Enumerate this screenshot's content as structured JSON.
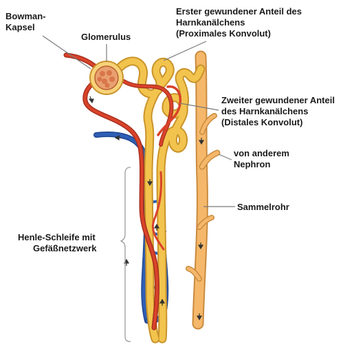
{
  "labels": {
    "bowman": [
      "Bowman-",
      "Kapsel"
    ],
    "glomerulus": [
      "Glomerulus"
    ],
    "proximal": [
      "Erster gewundener Anteil des",
      "Harnkanälchens",
      "(Proximales Konvolut)"
    ],
    "distal": [
      "Zweiter gewundener Anteil",
      "des Harnkanälchens",
      "(Distales Konvolut)"
    ],
    "other_nephron": [
      "von anderem",
      "Nephron"
    ],
    "collecting_duct": [
      "Sammelrohr"
    ],
    "henle": [
      "Henle-Schleife mit",
      "Gefäßnetzwerk"
    ]
  },
  "colors": {
    "tubule": "#F2C44E",
    "tubule_outline": "#C9932A",
    "collecting_duct": "#F5B86A",
    "artery": "#D9432A",
    "vein": "#2F5FB5",
    "label_text": "#1a1a1a",
    "leader_line": "#7a7a7a"
  }
}
